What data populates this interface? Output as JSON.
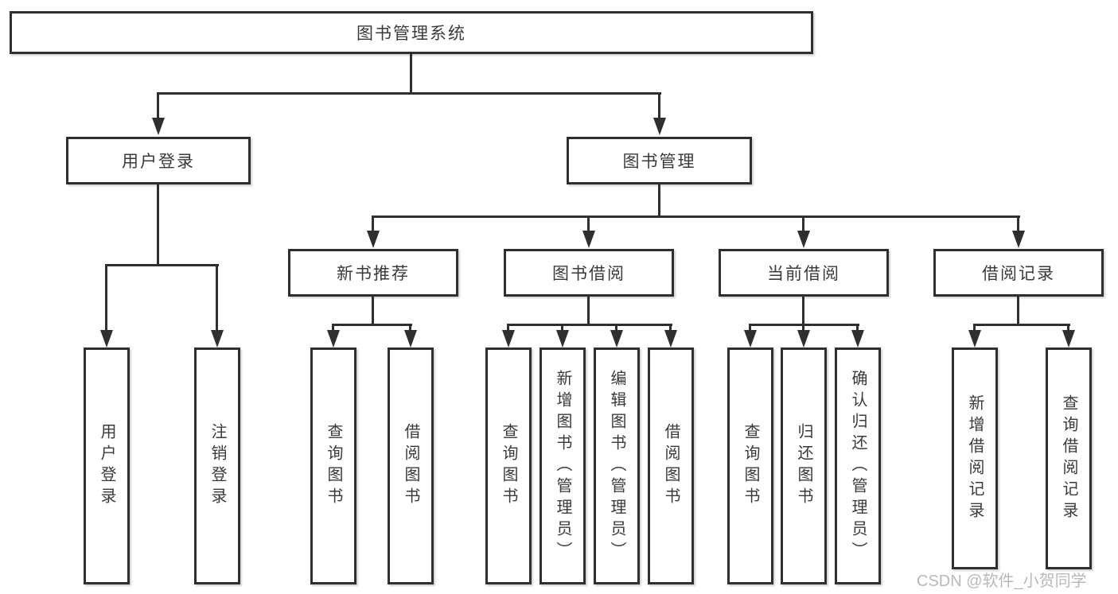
{
  "diagram_title": "图书管理系统",
  "nodes": {
    "root": {
      "label": "图书管理系统"
    },
    "user_login": {
      "label": "用户登录",
      "children": [
        {
          "label": "用户登录"
        },
        {
          "label": "注销登录"
        }
      ]
    },
    "book_mgmt": {
      "label": "图书管理",
      "children": [
        {
          "label": "新书推荐",
          "children": [
            {
              "label": "查询图书"
            },
            {
              "label": "借阅图书"
            }
          ]
        },
        {
          "label": "图书借阅",
          "children": [
            {
              "label": "查询图书"
            },
            {
              "label": "新增图书（管理员）"
            },
            {
              "label": "编辑图书（管理员）"
            },
            {
              "label": "借阅图书"
            }
          ]
        },
        {
          "label": "当前借阅",
          "children": [
            {
              "label": "查询图书"
            },
            {
              "label": "归还图书"
            },
            {
              "label": "确认归还（管理员）"
            }
          ]
        },
        {
          "label": "借阅记录",
          "children": [
            {
              "label": "新增借阅记录"
            },
            {
              "label": "查询借阅记录"
            }
          ]
        }
      ]
    }
  },
  "watermark": {
    "text": "CSDN @软件_小贺同学"
  },
  "colors": {
    "line": "#2f2f2f",
    "text": "#3a3a3a",
    "background": "#ffffff",
    "watermark": "#b8b8b8"
  }
}
